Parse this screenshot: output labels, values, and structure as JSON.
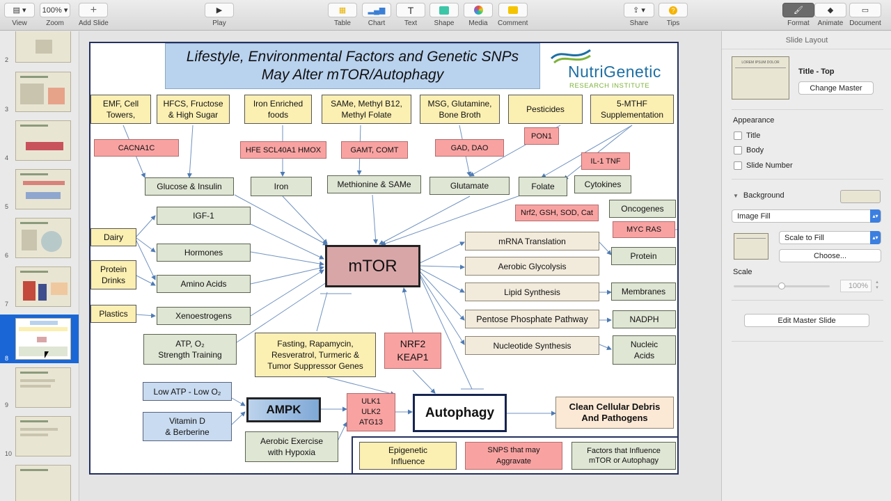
{
  "toolbar": {
    "view": "View",
    "zoom_value": "100%",
    "zoom": "Zoom",
    "add_slide": "Add Slide",
    "play": "Play",
    "table": "Table",
    "chart": "Chart",
    "text": "Text",
    "shape": "Shape",
    "media": "Media",
    "comment": "Comment",
    "share": "Share",
    "tips": "Tips",
    "format": "Format",
    "animate": "Animate",
    "document": "Document"
  },
  "navigator": {
    "numbers": [
      "2",
      "3",
      "4",
      "5",
      "6",
      "7",
      "8",
      "9",
      "10"
    ],
    "selected_slide": "8"
  },
  "slide": {
    "title": "Lifestyle, Environmental Factors and Genetic SNPs\nMay Alter mTOR/Autophagy",
    "logo_name": "NutriGenetic",
    "logo_sub": "RESEARCH INSTITUTE",
    "boxes": {
      "emf": "EMF, Cell\nTowers,",
      "hfcs": "HFCS, Fructose\n& High Sugar",
      "iron_foods": "Iron Enriched\nfoods",
      "same": "SAMe, Methyl B12,\nMethyl Folate",
      "msg": "MSG, Glutamine,\nBone Broth",
      "pesticides": "Pesticides",
      "mthf": "5-MTHF\nSupplementation",
      "cacna1c": "CACNA1C",
      "hfe": "HFE SCL40A1 HMOX",
      "gamt": "GAMT, COMT",
      "gad": "GAD, DAO",
      "pon1": "PON1",
      "il1": "IL-1 TNF",
      "glucose": "Glucose & Insulin",
      "iron": "Iron",
      "methionine": "Methionine & SAMe",
      "glutamate": "Glutamate",
      "folate": "Folate",
      "cytokines": "Cytokines",
      "nrf2_gsh": "Nrf2, GSH, SOD, Cat",
      "oncogenes": "Oncogenes",
      "myc": "MYC RAS",
      "igf1": "IGF-1",
      "dairy": "Dairy",
      "hormones": "Hormones",
      "protein_drinks": "Protein\nDrinks",
      "amino": "Amino Acids",
      "plastics": "Plastics",
      "xeno": "Xenoestrogens",
      "atp": "ATP, O₂\nStrength Training",
      "mtor": "mTOR",
      "mrna": "mRNA Translation",
      "aerobic_gly": "Aerobic Glycolysis",
      "lipid": "Lipid Synthesis",
      "pentose": "Pentose Phosphate Pathway",
      "nucleotide": "Nucleotide Synthesis",
      "protein": "Protein",
      "membranes": "Membranes",
      "nadph": "NADPH",
      "nucleic": "Nucleic\nAcids",
      "fasting": "Fasting, Rapamycin,\nResveratrol, Turmeric &\nTumor Suppressor Genes",
      "nrf2_keap": "NRF2\nKEAP1",
      "low_atp": "Low ATP - Low O₂",
      "vitd": "Vitamin D\n& Berberine",
      "ampk": "AMPK",
      "ulk": "ULK1\nULK2\nATG13",
      "autophagy": "Autophagy",
      "clean": "Clean Cellular Debris\nAnd Pathogens",
      "aerobic_ex": "Aerobic Exercise\nwith Hypoxia",
      "legend_epi": "Epigenetic\nInfluence",
      "legend_snps": "SNPS that may\nAggravate",
      "legend_factors": "Factors that Influence\nmTOR or Autophagy"
    }
  },
  "inspector": {
    "header": "Slide Layout",
    "master_name": "Title - Top",
    "master_thumb_text": "LOREM IPSUM DOLOR",
    "change_master": "Change Master",
    "appearance": "Appearance",
    "opt_title": "Title",
    "opt_body": "Body",
    "opt_slide_number": "Slide Number",
    "background": "Background",
    "fill_type": "Image Fill",
    "scale_mode": "Scale to Fill",
    "choose": "Choose...",
    "scale": "Scale",
    "scale_value": "100%",
    "edit_master": "Edit Master Slide"
  }
}
